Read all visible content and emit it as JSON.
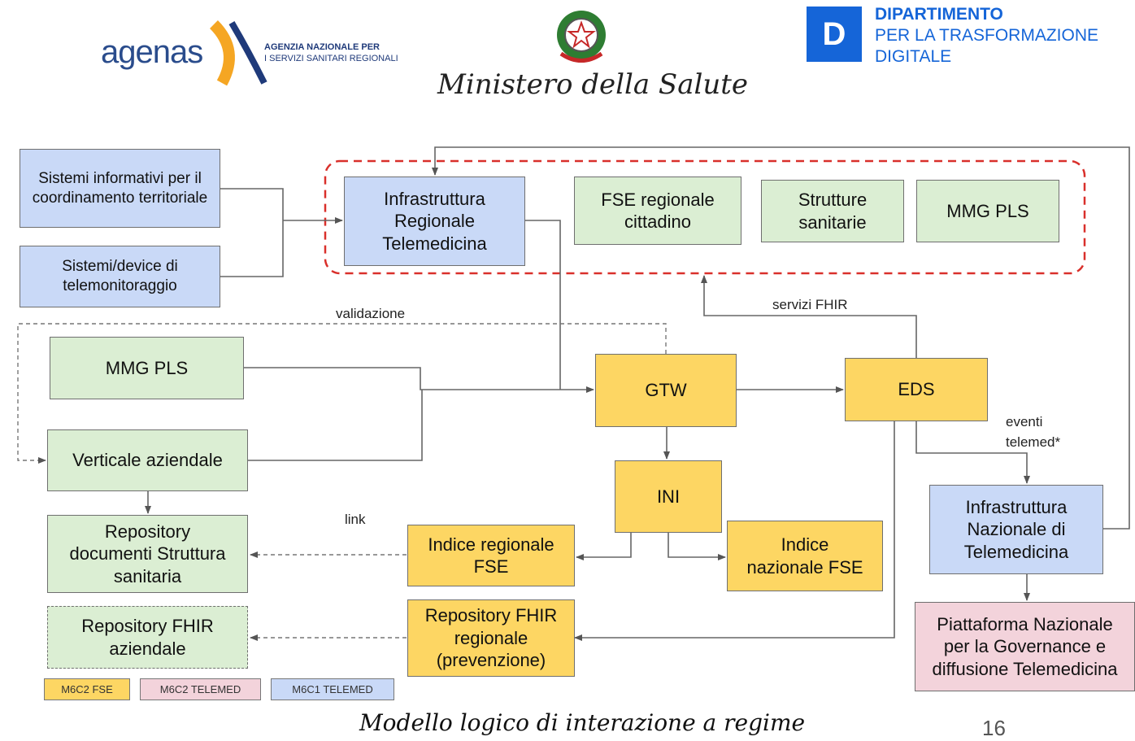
{
  "logos": {
    "agenas_word": "agenas",
    "agenas_line1": "AGENZIA NAZIONALE PER",
    "agenas_line2": "I SERVIZI SANITARI REGIONALI",
    "ministero": "Ministero della Salute",
    "dip_letter": "D",
    "dip_line1": "DIPARTIMENTO",
    "dip_line2": "PER LA TRASFORMAZIONE",
    "dip_line3": "DIGITALE"
  },
  "nodes": {
    "sistemi_info": "Sistemi informativi per il coordinamento territoriale",
    "sistemi_device": "Sistemi/device di telemonitoraggio",
    "infra_regionale": "Infrastruttura Regionale Telemedicina",
    "fse_regionale": "FSE regionale cittadino",
    "strutture": "Strutture sanitarie",
    "mmg_top": "MMG PLS",
    "mmg_left": "MMG PLS",
    "verticale": "Verticale aziendale",
    "repo_doc": "Repository documenti Struttura sanitaria",
    "repo_fhir_az": "Repository FHIR aziendale",
    "gtw": "GTW",
    "eds": "EDS",
    "ini": "INI",
    "indice_reg": "Indice regionale FSE",
    "indice_naz": "Indice nazionale FSE",
    "repo_fhir_reg": "Repository FHIR regionale (prevenzione)",
    "infra_nazionale": "Infrastruttura Nazionale di Telemedicina",
    "piattaforma": "Piattaforma Nazionale per la Governance e diffusione Telemedicina"
  },
  "edge_labels": {
    "validazione": "validazione",
    "servizi_fhir": "servizi FHIR",
    "eventi": "eventi telemed*",
    "link": "link"
  },
  "legend": [
    {
      "label": "M6C2 FSE",
      "color": "#fdd663"
    },
    {
      "label": "M6C2 TELEMED",
      "color": "#f3d3db"
    },
    {
      "label": "M6C1 TELEMED",
      "color": "#c9d9f7"
    }
  ],
  "caption": "Modello logico di interazione a regime",
  "page_number": "16",
  "colors": {
    "blue": "#c9d9f7",
    "green": "#dbeed3",
    "yellow": "#fdd663",
    "pink": "#f3d3db",
    "region_border": "#d9302b",
    "agenas_orange": "#f5a623",
    "agenas_navy": "#1f3a7a",
    "dip_blue": "#1565d8"
  }
}
